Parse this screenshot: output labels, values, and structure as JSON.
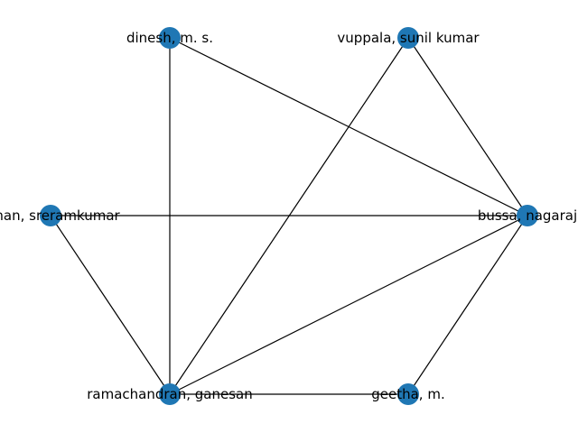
{
  "graph": {
    "node_color": "#1f77b4",
    "edge_color": "#000000",
    "nodes": [
      {
        "id": "dinesh",
        "label": "dinesh, m. s."
      },
      {
        "id": "vuppala",
        "label": "vuppala, sunil kumar"
      },
      {
        "id": "sreramkumar",
        "label": "athan, sreramkumar"
      },
      {
        "id": "bussa",
        "label": "bussa, nagaraj"
      },
      {
        "id": "ramachandran",
        "label": "ramachandran, ganesan"
      },
      {
        "id": "geetha",
        "label": "geetha, m."
      }
    ],
    "edges": [
      {
        "source": "dinesh",
        "target": "ramachandran"
      },
      {
        "source": "dinesh",
        "target": "bussa"
      },
      {
        "source": "vuppala",
        "target": "ramachandran"
      },
      {
        "source": "vuppala",
        "target": "bussa"
      },
      {
        "source": "sreramkumar",
        "target": "bussa"
      },
      {
        "source": "sreramkumar",
        "target": "ramachandran"
      },
      {
        "source": "bussa",
        "target": "ramachandran"
      },
      {
        "source": "bussa",
        "target": "geetha"
      },
      {
        "source": "ramachandran",
        "target": "geetha"
      }
    ]
  }
}
